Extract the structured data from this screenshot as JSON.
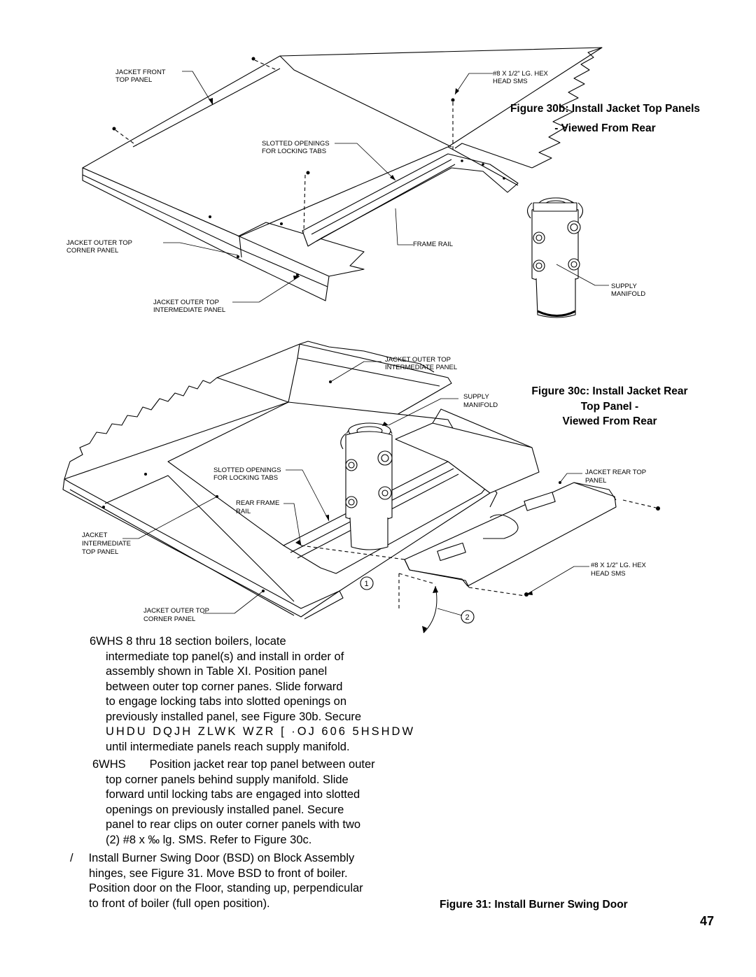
{
  "fig30b": {
    "caption_line1": "Figure 30b:  Install Jacket Top Panels",
    "caption_line2": "- Viewed From Rear",
    "labels": {
      "jacket_front_top_l1": "JACKET FRONT",
      "jacket_front_top_l2": "TOP PANEL",
      "hex_sms_l1": "#8 X 1/2\" LG. HEX",
      "hex_sms_l2": "HEAD SMS",
      "slotted_l1": "SLOTTED OPENINGS",
      "slotted_l2": "FOR LOCKING TABS",
      "outer_corner_l1": "JACKET OUTER TOP",
      "outer_corner_l2": "CORNER PANEL",
      "frame_rail": "FRAME RAIL",
      "outer_inter_l1": "JACKET OUTER TOP",
      "outer_inter_l2": "INTERMEDIATE PANEL",
      "supply_l1": "SUPPLY",
      "supply_l2": "MANIFOLD"
    }
  },
  "fig30c": {
    "caption_line1": "Figure 30c:  Install Jacket Rear",
    "caption_line2": "Top Panel -",
    "caption_line3": "Viewed From Rear",
    "labels": {
      "outer_inter_l1": "JACKET OUTER TOP",
      "outer_inter_l2": "INTERMEDIATE PANEL",
      "supply_l1": "SUPPLY",
      "supply_l2": "MANIFOLD",
      "slotted_l1": "SLOTTED OPENINGS",
      "slotted_l2": "FOR LOCKING TABS",
      "rear_top_l1": "JACKET REAR TOP",
      "rear_top_l2": "PANEL",
      "rear_rail_l1": "REAR FRAME",
      "rear_rail_l2": "RAIL",
      "jacket_inter_l1": "JACKET",
      "jacket_inter_l2": "INTERMEDIATE",
      "jacket_inter_l3": "TOP PANEL",
      "hex_sms_l1": "#8 X 1/2\" LG. HEX",
      "hex_sms_l2": "HEAD SMS",
      "outer_corner_l1": "JACKET OUTER TOP",
      "outer_corner_l2": "CORNER PANEL",
      "callout_1": "1",
      "callout_2": "2"
    }
  },
  "step1": {
    "line1": "6WHS 8 thru 18 section boilers, locate",
    "line2": "intermediate top panel(s) and install in order of",
    "line3": "assembly shown in Table XI.  Position panel",
    "line4": "between outer top corner panes.  Slide forward",
    "line5": "to engage locking tabs into slotted openings on",
    "line6": "previously installed panel, see Figure 30b.  Secure",
    "line7": "UHDU  DQJH ZLWK WZR        [  ·OJ 606   5HSHDW",
    "line8": "until intermediate panels reach supply manifold."
  },
  "step2": {
    "prefix": "6WHS",
    "line1": "Position jacket rear top panel between outer",
    "line2": "top corner panels behind supply manifold.  Slide",
    "line3": "forward until locking tabs are engaged into slotted",
    "line4": "openings on previously installed panel.  Secure",
    "line5": "panel to rear clips on outer corner panels with two",
    "line6": "(2) #8 x ‰ lg. SMS.  Refer to Figure 30c."
  },
  "step3": {
    "prefix": "/",
    "line1": "Install Burner Swing Door (BSD) on Block Assembly",
    "line2": "hinges, see Figure 31.  Move BSD to front of boiler.",
    "line3": "Position door on the Floor, standing up, perpendicular",
    "line4": "to front of boiler (full open position)."
  },
  "fig31": {
    "caption": "Figure 31:  Install Burner Swing Door"
  },
  "page_number": "47"
}
